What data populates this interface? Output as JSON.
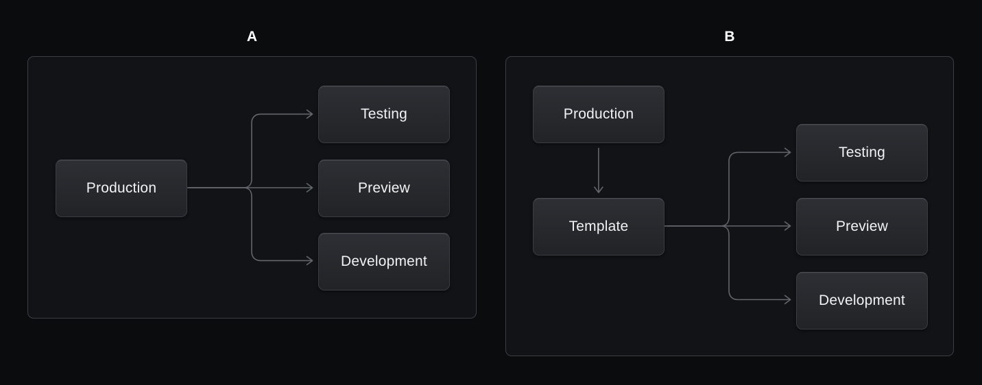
{
  "colors": {
    "page_bg": "#0b0c0e",
    "panel_bg": "#121317",
    "panel_border": "#3b3e43",
    "node_bg_top": "#2d2f34",
    "node_bg_bottom": "#212327",
    "node_border": "#3a3d42",
    "node_text": "#f1f2f3",
    "connector": "#63676d",
    "label_text": "#ffffff"
  },
  "panels": [
    {
      "label": "A",
      "nodes": {
        "production": "Production",
        "testing": "Testing",
        "preview": "Preview",
        "development": "Development"
      },
      "edges": [
        {
          "from": "Production",
          "to": "Testing"
        },
        {
          "from": "Production",
          "to": "Preview"
        },
        {
          "from": "Production",
          "to": "Development"
        }
      ]
    },
    {
      "label": "B",
      "nodes": {
        "production": "Production",
        "template": "Template",
        "testing": "Testing",
        "preview": "Preview",
        "development": "Development"
      },
      "edges": [
        {
          "from": "Production",
          "to": "Template"
        },
        {
          "from": "Template",
          "to": "Testing"
        },
        {
          "from": "Template",
          "to": "Preview"
        },
        {
          "from": "Template",
          "to": "Development"
        }
      ]
    }
  ]
}
